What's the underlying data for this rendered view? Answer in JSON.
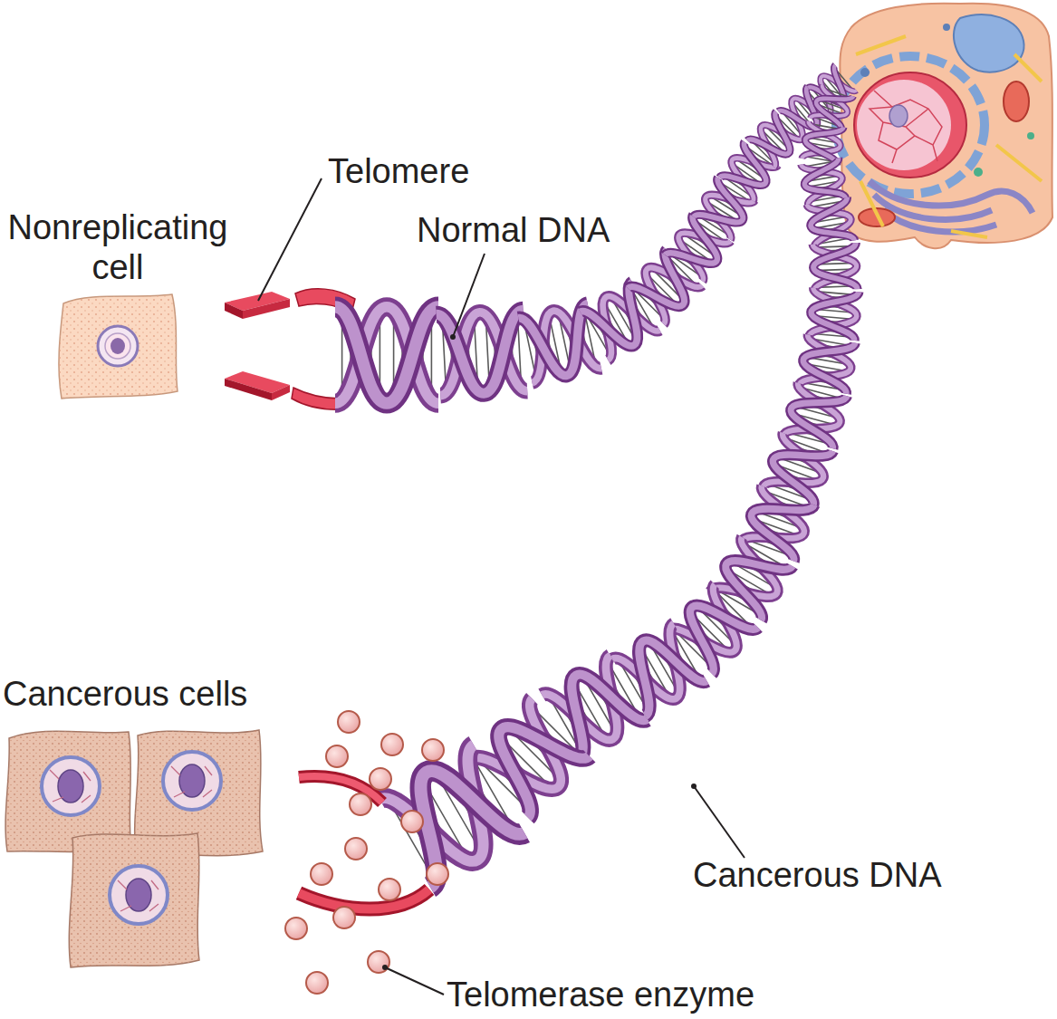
{
  "diagram": {
    "labels": [
      "Nonreplicating cell",
      "Telomere",
      "Normal DNA",
      "Cancerous cells",
      "Cancerous DNA",
      "Telomerase enzyme"
    ]
  }
}
